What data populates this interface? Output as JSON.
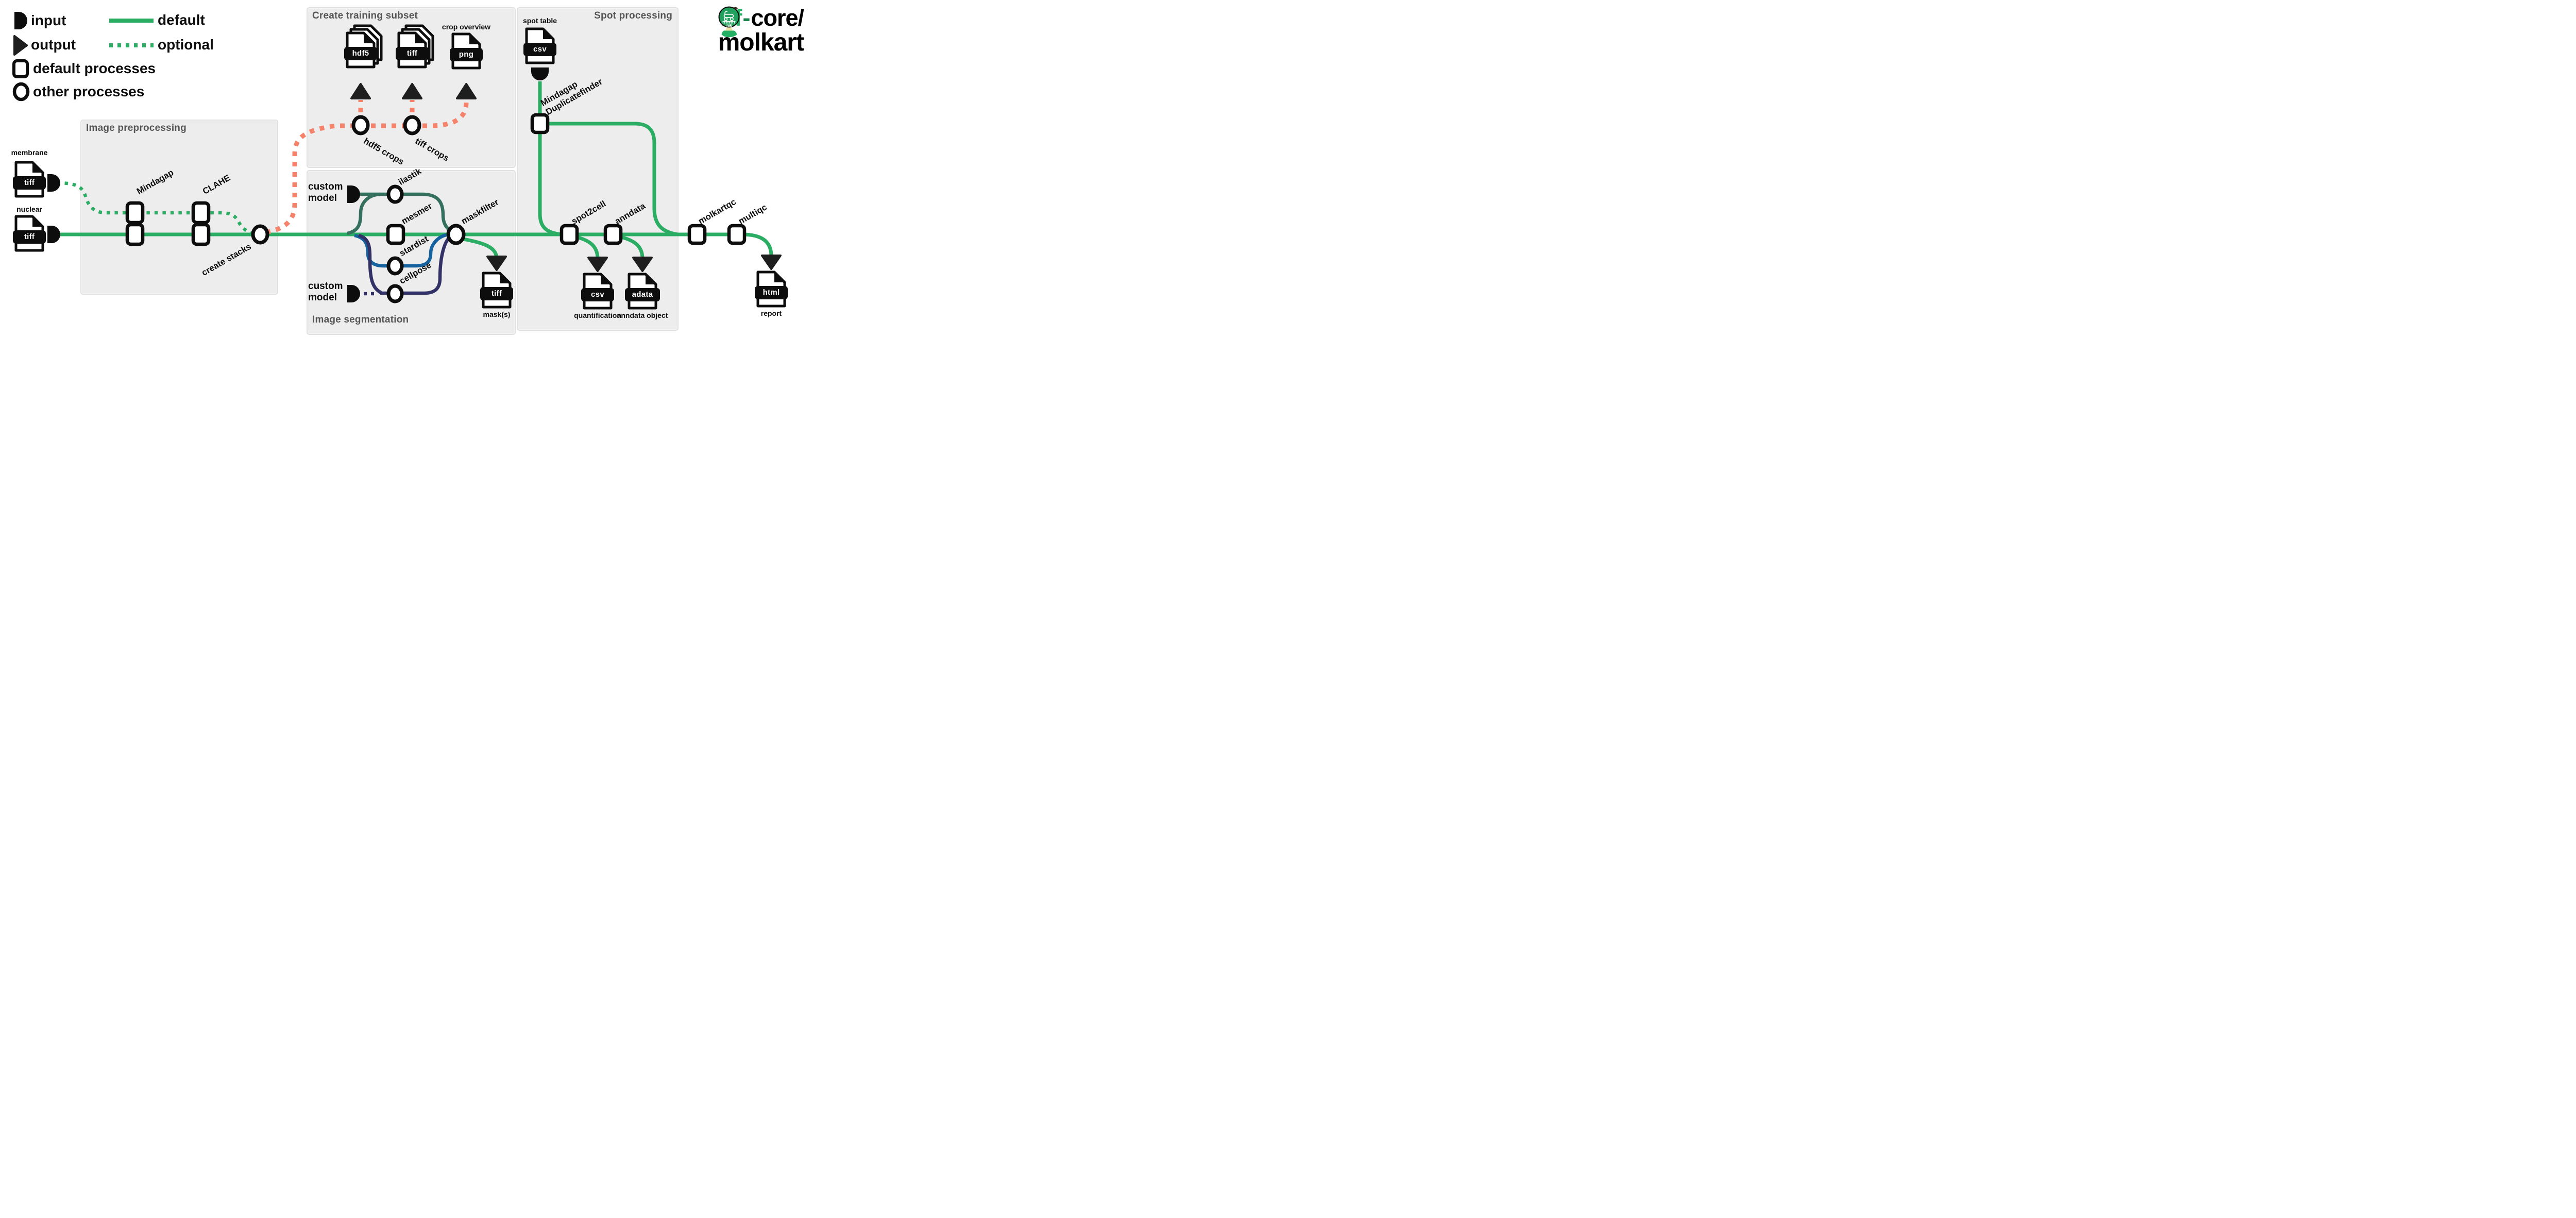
{
  "legend": {
    "input": "input",
    "output": "output",
    "default_line": "default",
    "optional_line": "optional",
    "default_processes": "default processes",
    "other_processes": "other processes"
  },
  "boxes": {
    "preprocessing": "Image preprocessing",
    "training": "Create training subset",
    "segmentation": "Image segmentation",
    "spot": "Spot processing"
  },
  "nodes": {
    "mindagap": "Mindagap",
    "clahe": "CLAHE",
    "create_stacks": "create stacks",
    "hdf5_crops": "hdf5 crops",
    "tiff_crops": "tiff crops",
    "ilastik": "ilastik",
    "mesmer": "mesmer",
    "stardist": "stardist",
    "cellpose": "cellpose",
    "maskfilter": "maskfilter",
    "dupfinder_line1": "Mindagap",
    "dupfinder_line2": "Duplicatefinder",
    "spot2cell": "spot2cell",
    "anndata": "anndata",
    "molkartqc": "molkartqc",
    "multiqc": "multiqc"
  },
  "inputs": {
    "membrane_caption": "membrane",
    "nuclear_caption": "nuclear",
    "spot_table_caption": "spot table",
    "custom_model_top_l1": "custom",
    "custom_model_top_l2": "model",
    "custom_model_bottom_l1": "custom",
    "custom_model_bottom_l2": "model"
  },
  "files": {
    "membrane_badge": "tiff",
    "nuclear_badge": "tiff",
    "hdf5_badge": "hdf5",
    "tiff_crops_badge": "tiff",
    "png_badge": "png",
    "crop_overview_caption": "crop overview",
    "spot_csv_badge": "csv",
    "mask_badge": "tiff",
    "mask_caption": "mask(s)",
    "quant_badge": "csv",
    "quant_caption": "quantification",
    "adata_badge": "adata",
    "adata_caption": "anndata object",
    "html_badge": "html",
    "html_caption": "report"
  },
  "logo": {
    "part_green": "nf",
    "part_dash": "-",
    "part_black": "core/",
    "name": "molkart",
    "badge": "mk"
  },
  "colors": {
    "default_green": "#2BAD64",
    "optional_salmon": "#F5826B",
    "ilastik_teal": "#35705F",
    "stardist_blue": "#15629E",
    "cellpose_navy": "#333266",
    "node_black": "#0D0D0D",
    "box_gray": "#EDEDEE",
    "title_gray": "#555555",
    "logo_green": "#24B064"
  }
}
